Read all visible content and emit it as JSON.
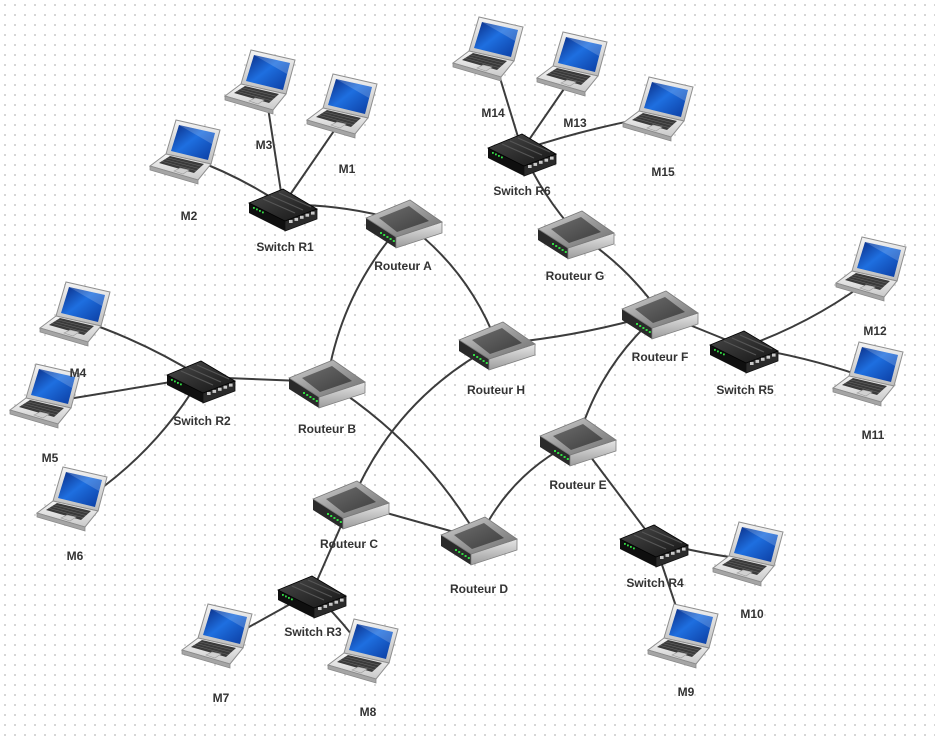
{
  "nodes": [
    {
      "id": "M1",
      "type": "laptop",
      "label": "M1"
    },
    {
      "id": "M2",
      "type": "laptop",
      "label": "M2"
    },
    {
      "id": "M3",
      "type": "laptop",
      "label": "M3"
    },
    {
      "id": "M4",
      "type": "laptop",
      "label": "M4"
    },
    {
      "id": "M5",
      "type": "laptop",
      "label": "M5"
    },
    {
      "id": "M6",
      "type": "laptop",
      "label": "M6"
    },
    {
      "id": "M7",
      "type": "laptop",
      "label": "M7"
    },
    {
      "id": "M8",
      "type": "laptop",
      "label": "M8"
    },
    {
      "id": "M9",
      "type": "laptop",
      "label": "M9"
    },
    {
      "id": "M10",
      "type": "laptop",
      "label": "M10"
    },
    {
      "id": "M11",
      "type": "laptop",
      "label": "M11"
    },
    {
      "id": "M12",
      "type": "laptop",
      "label": "M12"
    },
    {
      "id": "M13",
      "type": "laptop",
      "label": "M13"
    },
    {
      "id": "M14",
      "type": "laptop",
      "label": "M14"
    },
    {
      "id": "M15",
      "type": "laptop",
      "label": "M15"
    },
    {
      "id": "SR1",
      "type": "switch",
      "label": "Switch R1"
    },
    {
      "id": "SR2",
      "type": "switch",
      "label": "Switch R2"
    },
    {
      "id": "SR3",
      "type": "switch",
      "label": "Switch R3"
    },
    {
      "id": "SR4",
      "type": "switch",
      "label": "Switch R4"
    },
    {
      "id": "SR5",
      "type": "switch",
      "label": "Switch R5"
    },
    {
      "id": "SR6",
      "type": "switch",
      "label": "Switch R6"
    },
    {
      "id": "RA",
      "type": "router",
      "label": "Routeur A"
    },
    {
      "id": "RB",
      "type": "router",
      "label": "Routeur B"
    },
    {
      "id": "RC",
      "type": "router",
      "label": "Routeur C"
    },
    {
      "id": "RD",
      "type": "router",
      "label": "Routeur D"
    },
    {
      "id": "RE",
      "type": "router",
      "label": "Routeur E"
    },
    {
      "id": "RF",
      "type": "router",
      "label": "Routeur F"
    },
    {
      "id": "RG",
      "type": "router",
      "label": "Routeur G"
    },
    {
      "id": "RH",
      "type": "router",
      "label": "Routeur H"
    }
  ],
  "edges": [
    [
      "SR1",
      "M1"
    ],
    [
      "SR1",
      "M2"
    ],
    [
      "SR1",
      "M3"
    ],
    [
      "SR1",
      "RA"
    ],
    [
      "SR2",
      "M4"
    ],
    [
      "SR2",
      "M5"
    ],
    [
      "SR2",
      "M6"
    ],
    [
      "SR2",
      "RB"
    ],
    [
      "SR3",
      "M7"
    ],
    [
      "SR3",
      "M8"
    ],
    [
      "SR3",
      "RC"
    ],
    [
      "SR4",
      "M9"
    ],
    [
      "SR4",
      "M10"
    ],
    [
      "SR4",
      "RE"
    ],
    [
      "SR5",
      "M11"
    ],
    [
      "SR5",
      "M12"
    ],
    [
      "SR5",
      "RF"
    ],
    [
      "SR6",
      "M13"
    ],
    [
      "SR6",
      "M14"
    ],
    [
      "SR6",
      "M15"
    ],
    [
      "SR6",
      "RG"
    ],
    [
      "RA",
      "RB"
    ],
    [
      "RA",
      "RH"
    ],
    [
      "RB",
      "RD"
    ],
    [
      "RC",
      "RD"
    ],
    [
      "RC",
      "RH"
    ],
    [
      "RD",
      "RE"
    ],
    [
      "RE",
      "RF"
    ],
    [
      "RF",
      "RG"
    ],
    [
      "RF",
      "RH"
    ]
  ],
  "colors": {
    "link": "#3c3c3c",
    "label": "#333333",
    "screen": "#1e6fe0",
    "router_body": "#8a8a8a",
    "switch_body": "#1e1e1e",
    "led": "#33dd44"
  }
}
